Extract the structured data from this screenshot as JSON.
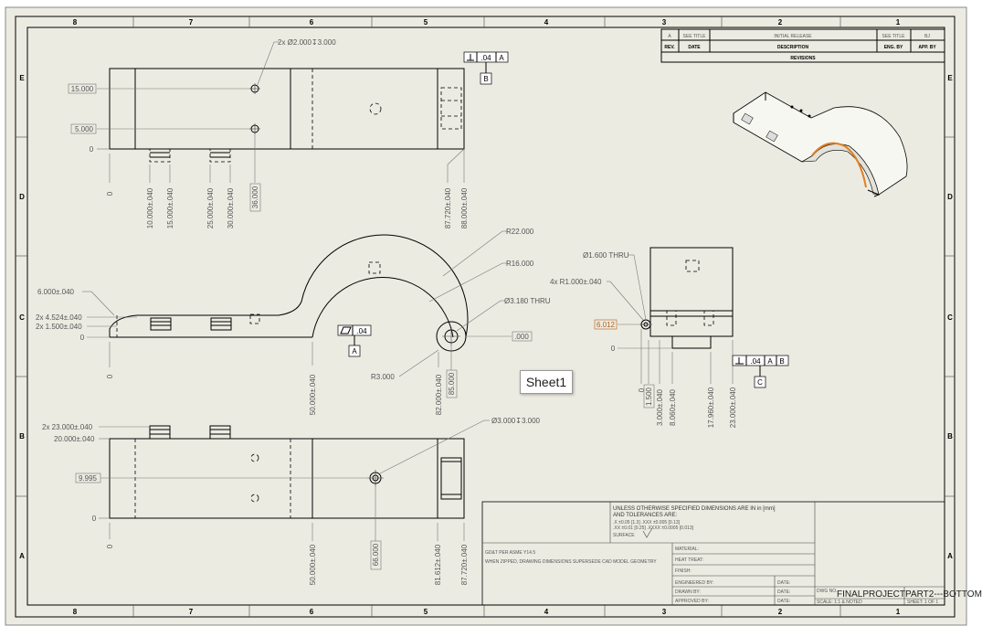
{
  "zones": {
    "columns": [
      "8",
      "7",
      "6",
      "5",
      "4",
      "3",
      "2",
      "1"
    ],
    "rows": [
      "E",
      "D",
      "C",
      "B",
      "A"
    ]
  },
  "revisions": {
    "row": [
      "A",
      "SEE TITLE",
      "INITIAL RELEASE",
      "SEE TITLE",
      "BJ"
    ],
    "headers": [
      "REV.",
      "DATE",
      "DESCRIPTION",
      "ENG. BY",
      "APP. BY"
    ],
    "title": "REVISIONS"
  },
  "top_view": {
    "callout": "2x Ø2.000↧3.000",
    "dim_15": "15.000",
    "dim_5": "5.000",
    "zero_h": "0",
    "zero_v": "0",
    "v_dims": [
      "10.000±.040",
      "15.000±.040",
      "25.000±.040",
      "30.000±.040"
    ],
    "boxed": "36.000",
    "right_dims": [
      "87.720±.040",
      "88.000±.040"
    ],
    "gdt": ".04",
    "gdt_ref": "A",
    "datum": "B"
  },
  "front_view": {
    "r22": "R22.000",
    "r16": "R16.000",
    "hole": "Ø3.180 THRU",
    "dim_6": "6.000±.040",
    "dim_4524": "2x 4.524±.040",
    "dim_1500": "2x 1.500±.040",
    "zero_h": "0",
    "zero_v": "0",
    "flat": ".04",
    "datum": "A",
    "r3": "R3.000",
    "v50": "50.000±.040",
    "v82": "82.000±.040",
    "v85": "85.000",
    "boxed": ".000"
  },
  "bottom_view": {
    "dim_23": "2x 23.000±.040",
    "dim_20": "20.000±.040",
    "dim_9995": "9.995",
    "zero_h": "0",
    "zero_v": "0",
    "hole": "Ø3.000↧3.000",
    "v50": "50.000±.040",
    "v66": "66.000",
    "v81": "81.612±.040",
    "v87": "87.720±.040"
  },
  "side_view": {
    "hole": "Ø1.600 THRU",
    "radius": "4x R1.000±.040",
    "boxed": "6.012",
    "zero_h": "0",
    "v_dims": [
      "0",
      "1.500",
      "3.000±.040",
      "8.060±.040",
      "17.960±.040",
      "23.000±.040"
    ],
    "gdt": ".04",
    "refs": [
      "A",
      "B"
    ],
    "datum": "C"
  },
  "notes": {
    "line1": "UNLESS OTHERWISE SPECIFIED DIMENSIONS ARE IN in [mm]",
    "line2": "AND TOLERANCES ARE:",
    "tol1": ".X  ±0.05 [1.3]   .XXX ±0.005 [0.13]",
    "tol2": ".XX ±0.01 [0.25]  .XXXX ±0.0005 [0.013]",
    "surface": "SURFACE",
    "gdt_note": "GD&T PER ASME Y14.5",
    "zip_note": "WHEN ZIPPED, DRAWING DIMENSIONS SUPERSEDE CAD MODEL GEOMETRY"
  },
  "title_block": {
    "material": "MATERIAL:",
    "heat": "HEAT TREAT:",
    "finish": "FINISH:",
    "engineered": "ENGINEERED BY:",
    "drawn": "DRAWN BY:",
    "approved": "APPROVED BY:",
    "date": "DATE:",
    "dwg_label": "DWG NO.",
    "dwg_no": "FINALPROJECTPART2---BOTTOM",
    "scale": "SCALE: 1:1 & NOTED",
    "sheet": "SHEET: 1 OF 1"
  },
  "sheet_tab": "Sheet1"
}
